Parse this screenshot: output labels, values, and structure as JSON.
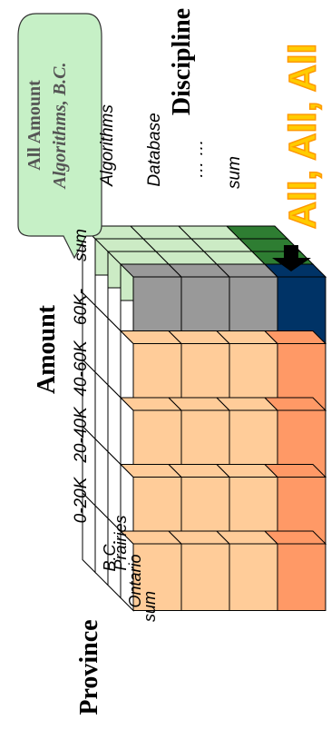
{
  "axes": {
    "province_title": "Province",
    "amount_title": "Amount",
    "discipline_title": "Discipline"
  },
  "province_labels": [
    "B.C.",
    "Prairies",
    "Ontario",
    "sum"
  ],
  "amount_labels": [
    "0-20K",
    "20-40K",
    "40-60K",
    "60K-",
    "sum"
  ],
  "discipline_labels": [
    "Algorithms",
    "Database",
    "… …",
    "sum"
  ],
  "callout": {
    "line1": "All Amount",
    "line2": "Algorithms, B.C."
  },
  "all_label": "All, All, All",
  "colors": {
    "data_cell": "#ffcc99",
    "data_cell_sum": "#ff9966",
    "amount_sum_cell": "#999999",
    "grand_total_cell": "#003366",
    "top_face_light": "#ccebc5",
    "top_face_dark": "#2e7d32",
    "callout_fill": "#c6f0c6",
    "callout_text": "#555555",
    "all_text": "#ffcc00",
    "all_stroke": "#ff9900"
  }
}
